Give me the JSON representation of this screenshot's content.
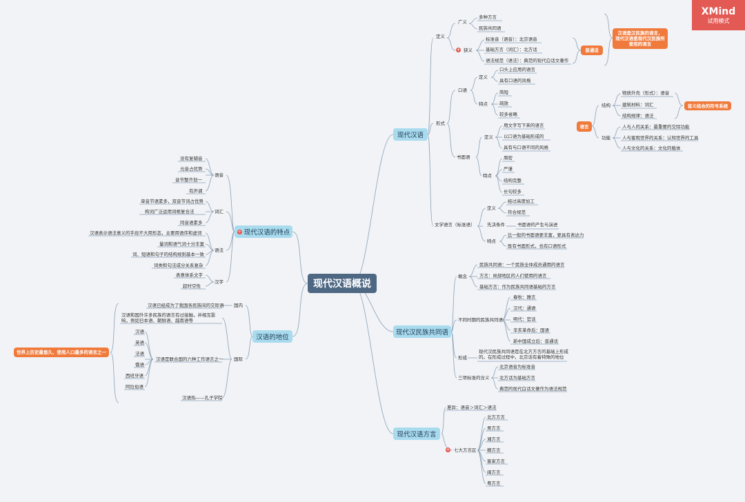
{
  "watermark": {
    "brand": "XMind",
    "mode": "试用模式"
  },
  "root": "现代汉语概说",
  "branches": {
    "modern": "现代汉语",
    "common": "现代汉民族共同语",
    "dialect": "现代汉语方言",
    "features": "现代汉语的特点",
    "status": "汉语的地位"
  },
  "modern": {
    "def": "定义",
    "broad": "广义",
    "broad_items": [
      "多种方言",
      "民族共同语"
    ],
    "narrow": "狭义",
    "narrow_items": [
      "标准音（语音）：北京语音",
      "基础方言（词汇）：北方话",
      "语法规范（语法）：典范的现代白话文著作"
    ],
    "putonghua": "普通话",
    "callout_def": "汉语是汉民族的语言，\n现代汉语是现代汉民族所使用的语言",
    "form": "形式",
    "oral": "口语",
    "oral_def": "定义",
    "oral_def_items": [
      "口头上应用的语言",
      "具有口语的风格"
    ],
    "oral_feat": "特点",
    "oral_feat_items": [
      "简短",
      "疏放",
      "较多省略"
    ],
    "written": "书面语",
    "written_def": "定义",
    "written_def_items": [
      "用文字写下来的语言",
      "以口语为基础形成的",
      "具有与口语不同的风格"
    ],
    "written_feat": "特点",
    "written_feat_items": [
      "周密",
      "严谨",
      "结构完整",
      "长句较多"
    ],
    "literary": "文学语言（标准语）",
    "lit_def": "定义",
    "lit_def_items": [
      "经过高度加工",
      "符合规范"
    ],
    "lit_pre": "先决条件",
    "lit_pre_item": "书面语的产生与演进",
    "lit_feat": "特点",
    "lit_feat_items": [
      "比一般的书面语更丰富，更具有表达力",
      "既有书面形式，也有口语形式"
    ],
    "language": "语言",
    "structure": "结构",
    "structure_items": [
      "物质外壳（形式）：语音",
      "建筑材料：词汇",
      "结构规律：语法"
    ],
    "callout_sym": "音义结合的符号系统",
    "function": "功能",
    "function_items": [
      "人与人的关系：最重要的交际功能",
      "人与客观世界的关系：认知世界的工具",
      "人与文化的关系：文化的载体"
    ]
  },
  "common": {
    "concept": "概念",
    "concept_items": [
      "民族共同语：一个民族全体成员通用的语言",
      "方言：局部地区的人们使用的语言",
      "基础方言：作为民族共同语基础的方言"
    ],
    "periods": "不同时期的民族共同语",
    "periods_items": [
      "春秋：雅言",
      "汉代：通语",
      "明代：官话",
      "辛亥革命后：国语",
      "新中国成立后：普通话"
    ],
    "formation": "形成",
    "formation_text": "现代汉民族共同语是在北方方言的基础上形成的。在形成过程中，北京话有着特殊的地位",
    "meaning": "三项标准的含义",
    "meaning_items": [
      "北京语音为标准音",
      "北方话为基础方言",
      "典范的现代白话文著作为语法规范"
    ]
  },
  "dialect": {
    "diff": "差异：语音＞词汇＞语法",
    "seven": "七大方言区",
    "seven_items": [
      "北方方言",
      "吴方言",
      "湘方言",
      "赣方言",
      "客家方言",
      "闽方言",
      "粤方言"
    ]
  },
  "features": {
    "phonetics": "语音",
    "phonetics_items": [
      "没有复辅音",
      "元音占优势",
      "音节整齐划一",
      "有声调"
    ],
    "vocab": "词汇",
    "vocab_items": [
      "单音节语素多，双音节词占优势",
      "构词广泛运用词根复合法",
      "同音语素多"
    ],
    "grammar": "语法",
    "grammar_items": [
      "汉语表示语法意义的手段不大用形态，主要用语序和虚词",
      "量词和语气词十分丰富",
      "词、短语和句子的结构规则基本一致",
      "词类和句法成分关系复杂"
    ],
    "script": "汉字",
    "script_items": [
      "表意体系文字",
      "超时空性"
    ]
  },
  "status": {
    "domestic": "国内",
    "domestic_item": "汉语已经成为了我国各民族间的交际语",
    "intl": "国际",
    "intl_item1": "汉语和国外许多民族的语言有过接触，并相互影响，例如日本语、朝鲜语、越南语等",
    "intl_item2": "汉语是联合国的六种工作语言之一",
    "un_langs": [
      "汉语",
      "英语",
      "法语",
      "俄语",
      "西班牙语",
      "阿拉伯语"
    ],
    "intl_item3": "汉语热——孔子学院",
    "callout": "世界上历史最悠久、使用人口最多的语言之一"
  }
}
